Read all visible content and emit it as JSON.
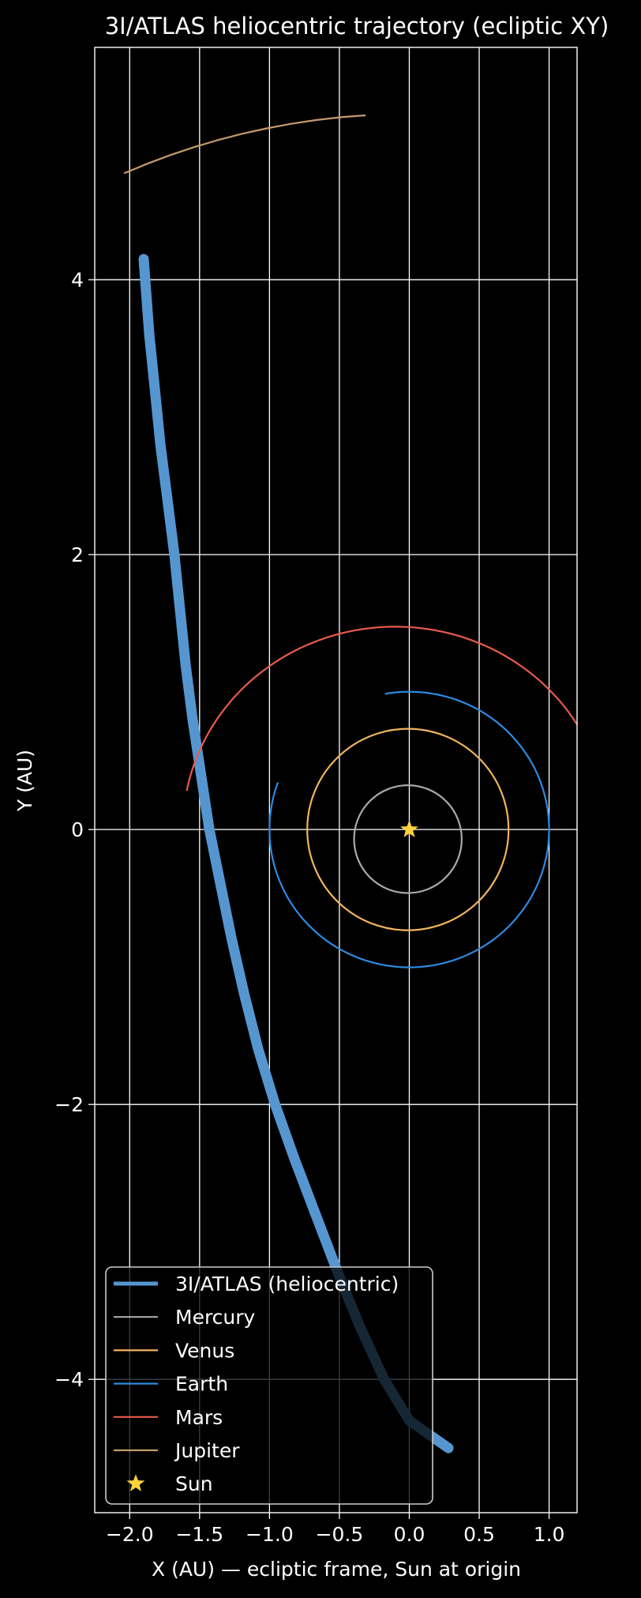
{
  "chart_data": {
    "type": "line",
    "title": "3I/ATLAS heliocentric trajectory (ecliptic XY)",
    "xlabel": "X (AU) — ecliptic frame, Sun at origin",
    "ylabel": "Y (AU)",
    "xlim": [
      -2.25,
      1.2
    ],
    "ylim": [
      -4.97,
      5.69
    ],
    "aspect": "equal",
    "grid": true,
    "background": "#000000",
    "xticks": [
      {
        "value": -2.0,
        "label": "−2.0"
      },
      {
        "value": -1.5,
        "label": "−1.5"
      },
      {
        "value": -1.0,
        "label": "−1.0"
      },
      {
        "value": -0.5,
        "label": "−0.5"
      },
      {
        "value": 0.0,
        "label": "0.0"
      },
      {
        "value": 0.5,
        "label": "0.5"
      },
      {
        "value": 1.0,
        "label": "1.0"
      }
    ],
    "yticks": [
      {
        "value": -4,
        "label": "−4"
      },
      {
        "value": -2,
        "label": "−2"
      },
      {
        "value": 0,
        "label": "0"
      },
      {
        "value": 2,
        "label": "2"
      },
      {
        "value": 4,
        "label": "4"
      }
    ],
    "legend": {
      "position": "lower-left",
      "entries": [
        {
          "label": "3I/ATLAS (heliocentric)",
          "color": "#5596d0",
          "style": "thick-line"
        },
        {
          "label": "Mercury",
          "color": "#a9a9a9",
          "style": "line"
        },
        {
          "label": "Venus",
          "color": "#f0b460",
          "style": "line"
        },
        {
          "label": "Earth",
          "color": "#2e8ae0",
          "style": "line"
        },
        {
          "label": "Mars",
          "color": "#e85b4a",
          "style": "line"
        },
        {
          "label": "Jupiter",
          "color": "#c49a6c",
          "style": "line"
        },
        {
          "label": "Sun",
          "color": "#ffd23f",
          "style": "star"
        }
      ]
    },
    "series": [
      {
        "name": "3I/ATLAS (heliocentric)",
        "color": "#5596d0",
        "points": [
          [
            -1.9,
            4.15
          ],
          [
            -1.86,
            3.6
          ],
          [
            -1.82,
            3.2
          ],
          [
            -1.78,
            2.8
          ],
          [
            -1.73,
            2.4
          ],
          [
            -1.68,
            2.0
          ],
          [
            -1.64,
            1.6
          ],
          [
            -1.6,
            1.2
          ],
          [
            -1.55,
            0.8
          ],
          [
            -1.49,
            0.4
          ],
          [
            -1.43,
            0.0
          ],
          [
            -1.35,
            -0.4
          ],
          [
            -1.27,
            -0.8
          ],
          [
            -1.18,
            -1.2
          ],
          [
            -1.08,
            -1.6
          ],
          [
            -0.96,
            -2.0
          ],
          [
            -0.82,
            -2.4
          ],
          [
            -0.67,
            -2.8
          ],
          [
            -0.52,
            -3.2
          ],
          [
            -0.36,
            -3.6
          ],
          [
            -0.18,
            -4.0
          ],
          [
            0.0,
            -4.3
          ],
          [
            0.28,
            -4.5
          ]
        ]
      },
      {
        "name": "Mercury",
        "color": "#a9a9a9",
        "orbit": {
          "cx": -0.01,
          "cy": -0.07,
          "rx": 0.385,
          "ry": 0.385,
          "start_deg": 0,
          "end_deg": 360
        }
      },
      {
        "name": "Venus",
        "color": "#f0b460",
        "orbit": {
          "cx": -0.01,
          "cy": 0.0,
          "rx": 0.72,
          "ry": 0.72,
          "start_deg": 0,
          "end_deg": 360
        }
      },
      {
        "name": "Earth",
        "color": "#2e8ae0",
        "orbit": {
          "cx": 0.0,
          "cy": 0.0,
          "rx": 1.0,
          "ry": 0.985,
          "start_deg": 160,
          "end_deg": 460
        }
      },
      {
        "name": "Mars",
        "color": "#e85b4a",
        "orbit": {
          "cx": -0.1,
          "cy": 0.0,
          "rx": 1.52,
          "ry": 1.45,
          "start_deg": 15,
          "end_deg": 170
        }
      },
      {
        "name": "Jupiter",
        "color": "#c49a6c",
        "orbit": {
          "cx": -0.0,
          "cy": 0.0,
          "rx": 5.115,
          "ry": 5.115,
          "start_deg": 93.5,
          "end_deg": 114
        }
      },
      {
        "name": "Sun",
        "color": "#ffd23f",
        "marker": "star",
        "x": 0.0,
        "y": 0.0
      }
    ]
  }
}
